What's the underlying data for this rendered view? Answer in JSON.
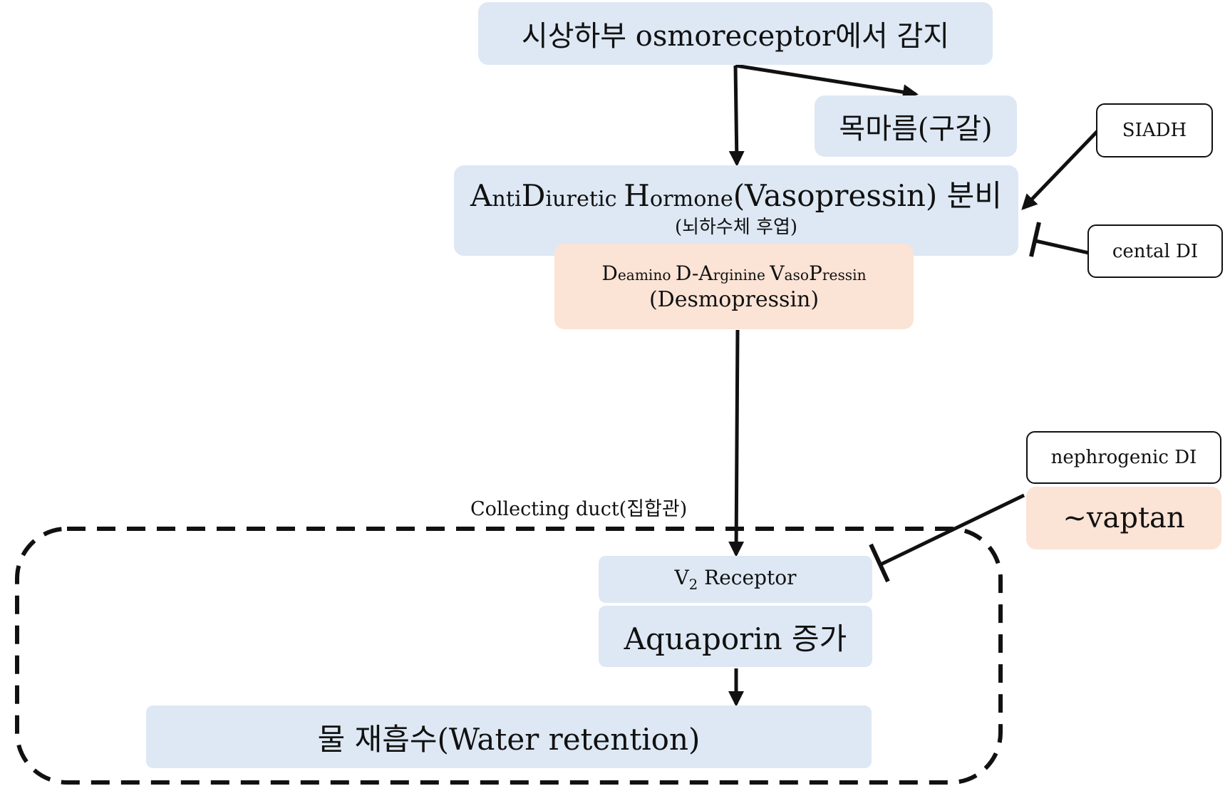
{
  "nodes": {
    "osmoreceptor": "시상하부 osmoreceptor에서 감지",
    "thirst": "목마름(구갈)",
    "adh_parts": [
      {
        "t": "A",
        "small": false
      },
      {
        "t": "nti",
        "small": true
      },
      {
        "t": "D",
        "small": false
      },
      {
        "t": "iuretic ",
        "small": true
      },
      {
        "t": "H",
        "small": false
      },
      {
        "t": "ormone",
        "small": true
      },
      {
        "t": "(Vasopressin) 분비",
        "small": false
      }
    ],
    "adh_sub": "(뇌하수체 후엽)",
    "ddavp_parts": [
      {
        "t": "D",
        "small": false
      },
      {
        "t": "eamino ",
        "small": true
      },
      {
        "t": "D-A",
        "small": false
      },
      {
        "t": "rginine ",
        "small": true
      },
      {
        "t": "V",
        "small": false
      },
      {
        "t": "aso",
        "small": true
      },
      {
        "t": "P",
        "small": false
      },
      {
        "t": "ressin",
        "small": true
      }
    ],
    "ddavp_sub": "(Desmopressin)",
    "siadh": "SIADH",
    "central_di": "cental DI",
    "nephrogenic_di": "nephrogenic DI",
    "vaptan": "~vaptan",
    "collecting_duct": "Collecting duct(집합관)",
    "v2_main": "V",
    "v2_sub": "2",
    "v2_rest": " Receptor",
    "aquaporin": "Aquaporin 증가",
    "water": "물 재흡수(Water retention)"
  },
  "colors": {
    "blue_box": "#dde8f4",
    "peach_box": "#fbe3d5",
    "line": "#111111"
  }
}
